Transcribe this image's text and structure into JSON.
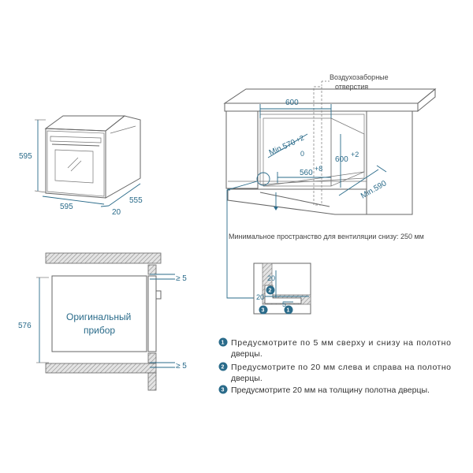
{
  "oven_view": {
    "height": "595",
    "width": "595",
    "depth": "555",
    "door_depth": "20"
  },
  "cabinet_view": {
    "width_top": "600",
    "min_width_diag": "Min.570",
    "min_width_diag_sup": "+2",
    "niche_height": "600",
    "niche_height_sup": "+2",
    "niche_width": "560",
    "niche_width_sup": "+8",
    "niche_depth": "Min.590",
    "niche_depth_zero": "0",
    "vent_label_line1": "Воздухозаборные",
    "vent_label_line2": "отверстия",
    "vent_min_text": "Минимальное пространство для вентиляции снизу: 250 мм"
  },
  "detail": {
    "gap_20_top": "20",
    "gap_20_left": "20",
    "gap_5": "5",
    "badge_1": "1",
    "badge_2": "2",
    "badge_3": "3"
  },
  "side_view": {
    "height": "576",
    "top_gap": "≥ 5",
    "bottom_gap": "≥ 5",
    "label_line1": "Оригинальный",
    "label_line2": "прибор"
  },
  "notes": [
    {
      "number": "1",
      "line1": "Предусмотрите по 5 мм сверху и снизу на полотно",
      "line2": "дверцы."
    },
    {
      "number": "2",
      "line1": "Предусмотрите по 20 мм слева и справа на полотно",
      "line2": "дверцы."
    },
    {
      "number": "3",
      "line1": "Предусмотрите 20 мм на толщину полотна дверцы.",
      "line2": ""
    }
  ],
  "colors": {
    "accent": "#2a6b8a",
    "hatch": "#999999"
  }
}
